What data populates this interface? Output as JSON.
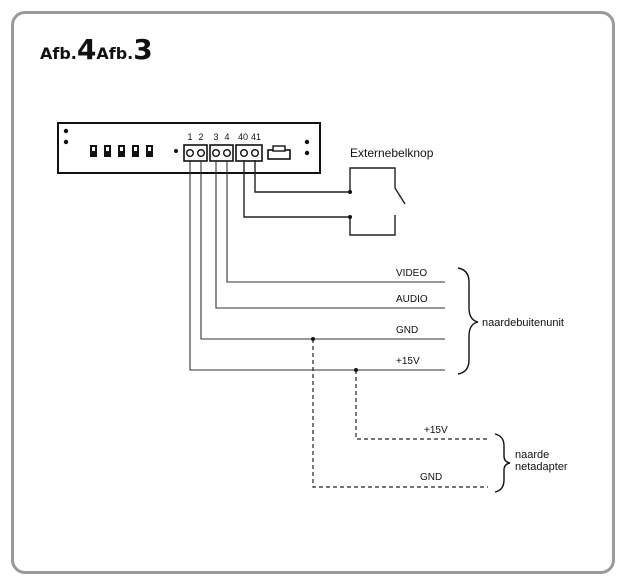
{
  "figure": {
    "title_prefix_1": "Afb.",
    "title_num_1": "4",
    "title_prefix_2": "Afb.",
    "title_num_2": "3"
  },
  "device": {
    "terminal_labels": [
      "1",
      "2",
      "3",
      "4",
      "40",
      "41"
    ]
  },
  "button": {
    "label": "Externebelknop"
  },
  "outdoor": {
    "lines": [
      "VIDEO",
      "AUDIO",
      "GND",
      "+15V"
    ],
    "target_label": "naardebuitenunit"
  },
  "adapter": {
    "lines": [
      "+15V",
      "GND"
    ],
    "target_label_line1": "naarde",
    "target_label_line2": "netadapter"
  }
}
